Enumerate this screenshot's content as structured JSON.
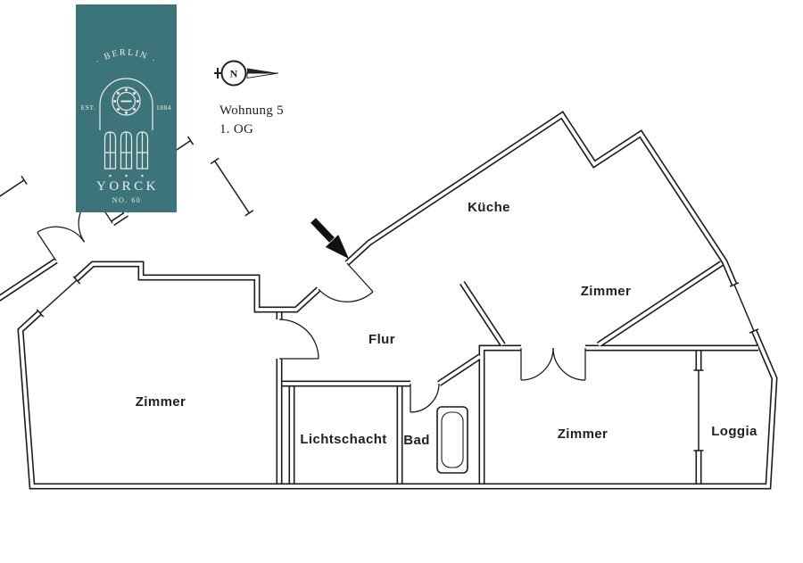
{
  "page": {
    "background": "#ffffff"
  },
  "title": {
    "line1": "Wohnung 5",
    "line2": "1. OG"
  },
  "logo": {
    "arc_text": "· BERLIN ·",
    "est": "EST.",
    "year": "1884",
    "name": "YORCK",
    "number": "NO. 60",
    "bg_color": "#3c747b",
    "fg_color": "#f3eee3"
  },
  "compass": {
    "north_letter": "N"
  },
  "rooms": [
    {
      "id": "kueche",
      "label": "Küche"
    },
    {
      "id": "zimmer-top",
      "label": "Zimmer"
    },
    {
      "id": "flur",
      "label": "Flur"
    },
    {
      "id": "zimmer-left",
      "label": "Zimmer"
    },
    {
      "id": "lichtschacht",
      "label": "Lichtschacht"
    },
    {
      "id": "bad",
      "label": "Bad"
    },
    {
      "id": "zimmer-right",
      "label": "Zimmer"
    },
    {
      "id": "loggia",
      "label": "Loggia"
    }
  ],
  "colors": {
    "wall": "#1c1c1c",
    "label": "#1f1f1f"
  }
}
